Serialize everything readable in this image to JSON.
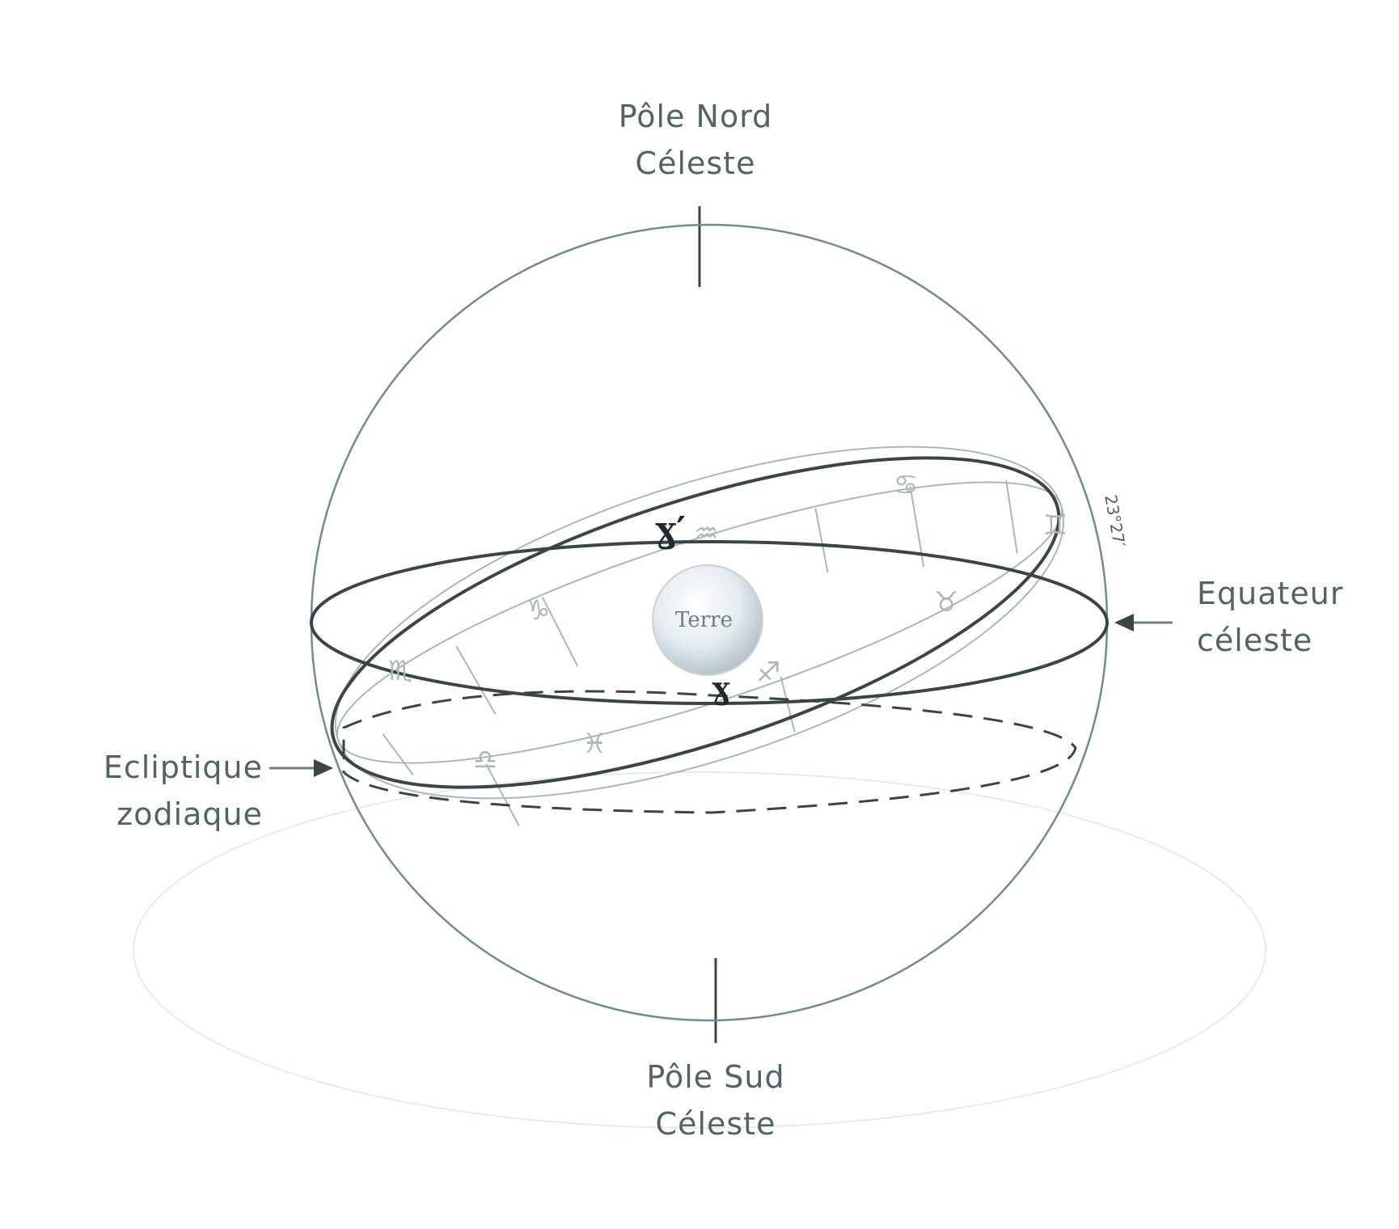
{
  "labels": {
    "north_pole_line1": "Pôle Nord",
    "north_pole_line2": "Céleste",
    "south_pole_line1": "Pôle Sud",
    "south_pole_line2": "Céleste",
    "equator_line1": "Equateur",
    "equator_line2": "céleste",
    "ecliptic_line1": "Ecliptique",
    "ecliptic_line2": "zodiaque",
    "earth": "Terre",
    "vernal_point": "ɣ",
    "autumnal_point": "ɣ′",
    "obliquity": "23°27′"
  },
  "zodiac_signs": [
    "♒",
    "♉",
    "♊",
    "♋",
    "♐",
    "♏",
    "♑",
    "♓",
    "♎"
  ],
  "colors": {
    "sphere": "#6f8c95",
    "ellipse": "#3a4548",
    "band": "#a9b7ba",
    "text": "#4f6469",
    "faint": "#e3e8e9"
  }
}
